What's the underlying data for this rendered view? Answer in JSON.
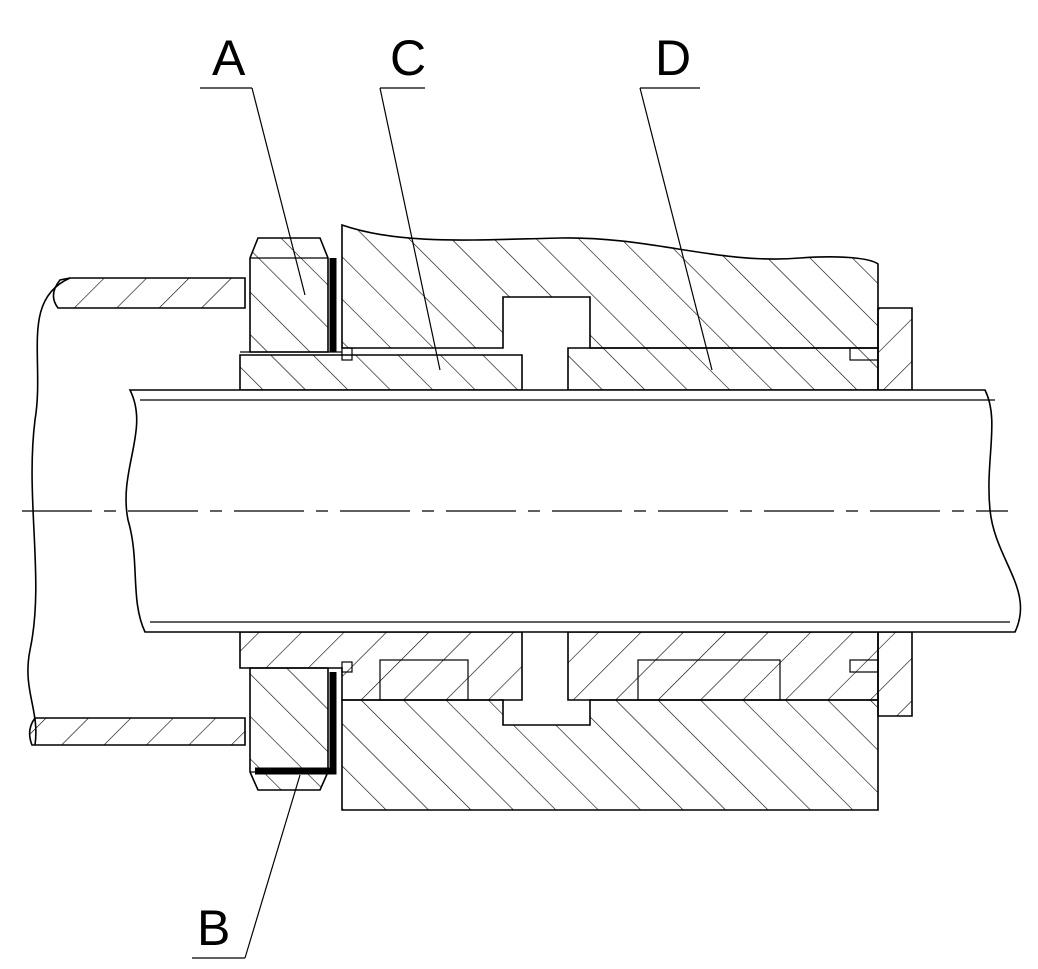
{
  "diagram": {
    "labels": {
      "a": "A",
      "b": "B",
      "c": "C",
      "d": "D"
    },
    "colors": {
      "line": "#000000",
      "background": "#ffffff"
    }
  }
}
